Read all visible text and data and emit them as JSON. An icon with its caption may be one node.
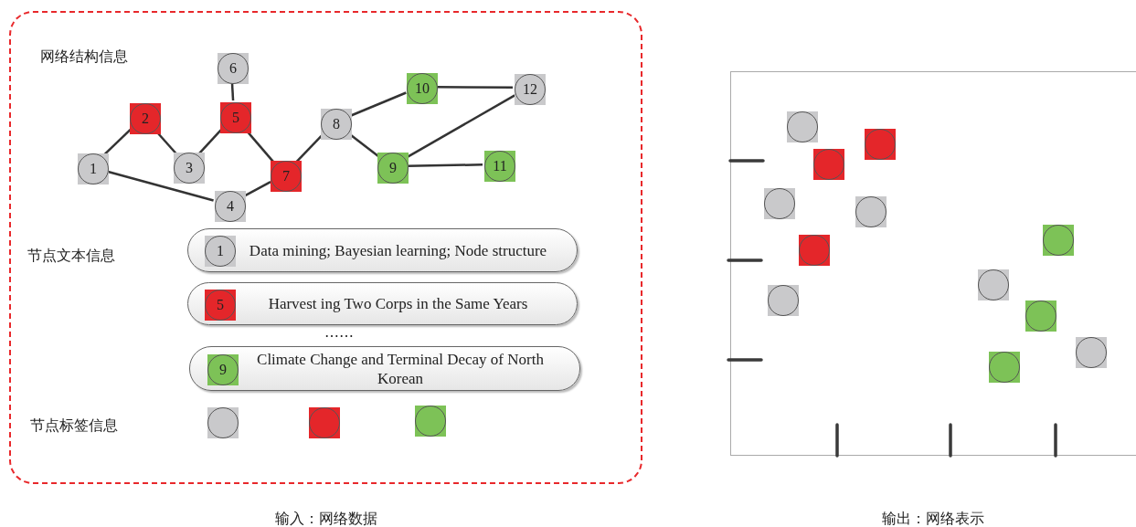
{
  "diagram": {
    "nodes": [
      {
        "text": [],
        "shape": "box",
        "beside": [
          "输入：网络数据"
        ]
      },
      {
        "text": [
          "1"
        ],
        "in": 0
      },
      {
        "text": [
          "2"
        ],
        "in": 0
      },
      {
        "text": [
          "3"
        ],
        "in": 0
      },
      {
        "text": [
          "4"
        ],
        "in": 0
      },
      {
        "text": [
          "5"
        ],
        "in": 0
      },
      {
        "text": [
          "6"
        ],
        "in": 0
      },
      {
        "text": [
          "7"
        ],
        "in": 0
      },
      {
        "text": [
          "8"
        ],
        "in": 0
      },
      {
        "text": [
          "9"
        ],
        "in": 0
      },
      {
        "text": [
          "10"
        ],
        "in": 0
      },
      {
        "text": [
          "11"
        ],
        "in": 0
      },
      {
        "text": [
          "12"
        ],
        "in": 0
      },
      {
        "text": [
          "Data mining; Bayesian learning; Node structure"
        ],
        "in": 0
      },
      {
        "text": [
          "1"
        ],
        "in": 13
      },
      {
        "text": [
          "Harvest ing Two Corps in the Same Years"
        ],
        "in": 0
      },
      {
        "text": [
          "5"
        ],
        "in": 15
      },
      {
        "text": [
          "Climate Change and Terminal Decay of North Korean"
        ],
        "in": 0
      },
      {
        "text": [
          "9"
        ],
        "in": 17
      },
      {
        "text": [],
        "shape": "circle",
        "in": 0
      },
      {
        "text": [],
        "shape": "circle",
        "in": 0
      },
      {
        "text": [],
        "shape": "circle",
        "in": 0
      },
      {
        "text": [],
        "shape": "box",
        "beside": [
          "输出：网络表示"
        ]
      },
      {
        "text": [],
        "shape": "circle",
        "in": 22
      },
      {
        "text": [],
        "shape": "circle",
        "in": 22
      },
      {
        "text": [],
        "shape": "circle",
        "in": 22
      },
      {
        "text": [],
        "shape": "circle",
        "in": 22
      },
      {
        "text": [],
        "shape": "circle",
        "in": 22
      },
      {
        "text": [],
        "shape": "circle",
        "in": 22
      },
      {
        "text": [],
        "shape": "circle",
        "in": 22
      },
      {
        "text": [],
        "shape": "circle",
        "in": 22
      },
      {
        "text": [],
        "shape": "circle",
        "in": 22
      },
      {
        "text": [],
        "shape": "circle",
        "in": 22
      },
      {
        "text": [],
        "shape": "circle",
        "in": 22
      },
      {
        "text": [],
        "shape": "circle",
        "in": 22
      }
    ],
    "edges": [
      {
        "from": 1,
        "to": 2,
        "arrow": "none"
      },
      {
        "from": 2,
        "to": 3,
        "arrow": "none"
      },
      {
        "from": 3,
        "to": 5,
        "arrow": "none"
      },
      {
        "from": 6,
        "to": 5,
        "arrow": "none"
      },
      {
        "from": 5,
        "to": 7,
        "arrow": "none"
      },
      {
        "from": 1,
        "to": 4,
        "arrow": "none"
      },
      {
        "from": 4,
        "to": 7,
        "arrow": "none"
      },
      {
        "from": 7,
        "to": 8,
        "arrow": "none"
      },
      {
        "from": 8,
        "to": 10,
        "arrow": "none"
      },
      {
        "from": 8,
        "to": 9,
        "arrow": "none"
      },
      {
        "from": 10,
        "to": 12,
        "arrow": "none"
      },
      {
        "from": 9,
        "to": 12,
        "arrow": "none"
      },
      {
        "from": 9,
        "to": 11,
        "arrow": "none"
      }
    ],
    "labels": [
      "网络结构信息",
      "节点文本信息",
      "……",
      "节点标签信息"
    ]
  }
}
